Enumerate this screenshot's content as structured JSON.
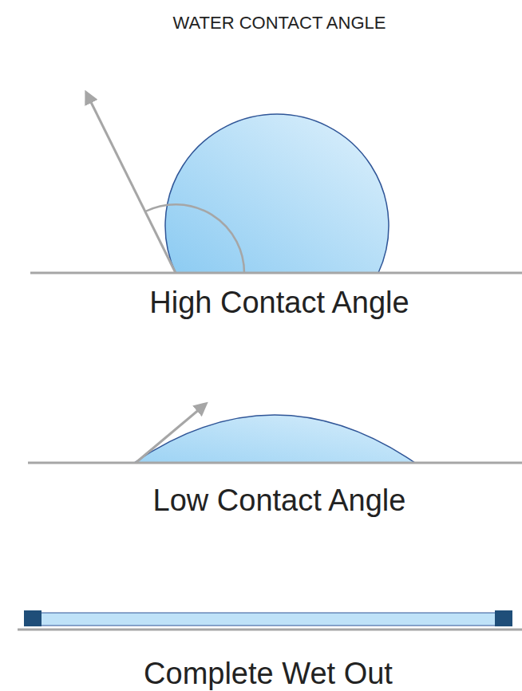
{
  "diagram": {
    "title": "WATER CONTACT ANGLE",
    "labels": [
      "High Contact Angle",
      "Low Contact Angle",
      "Complete Wet Out"
    ]
  }
}
